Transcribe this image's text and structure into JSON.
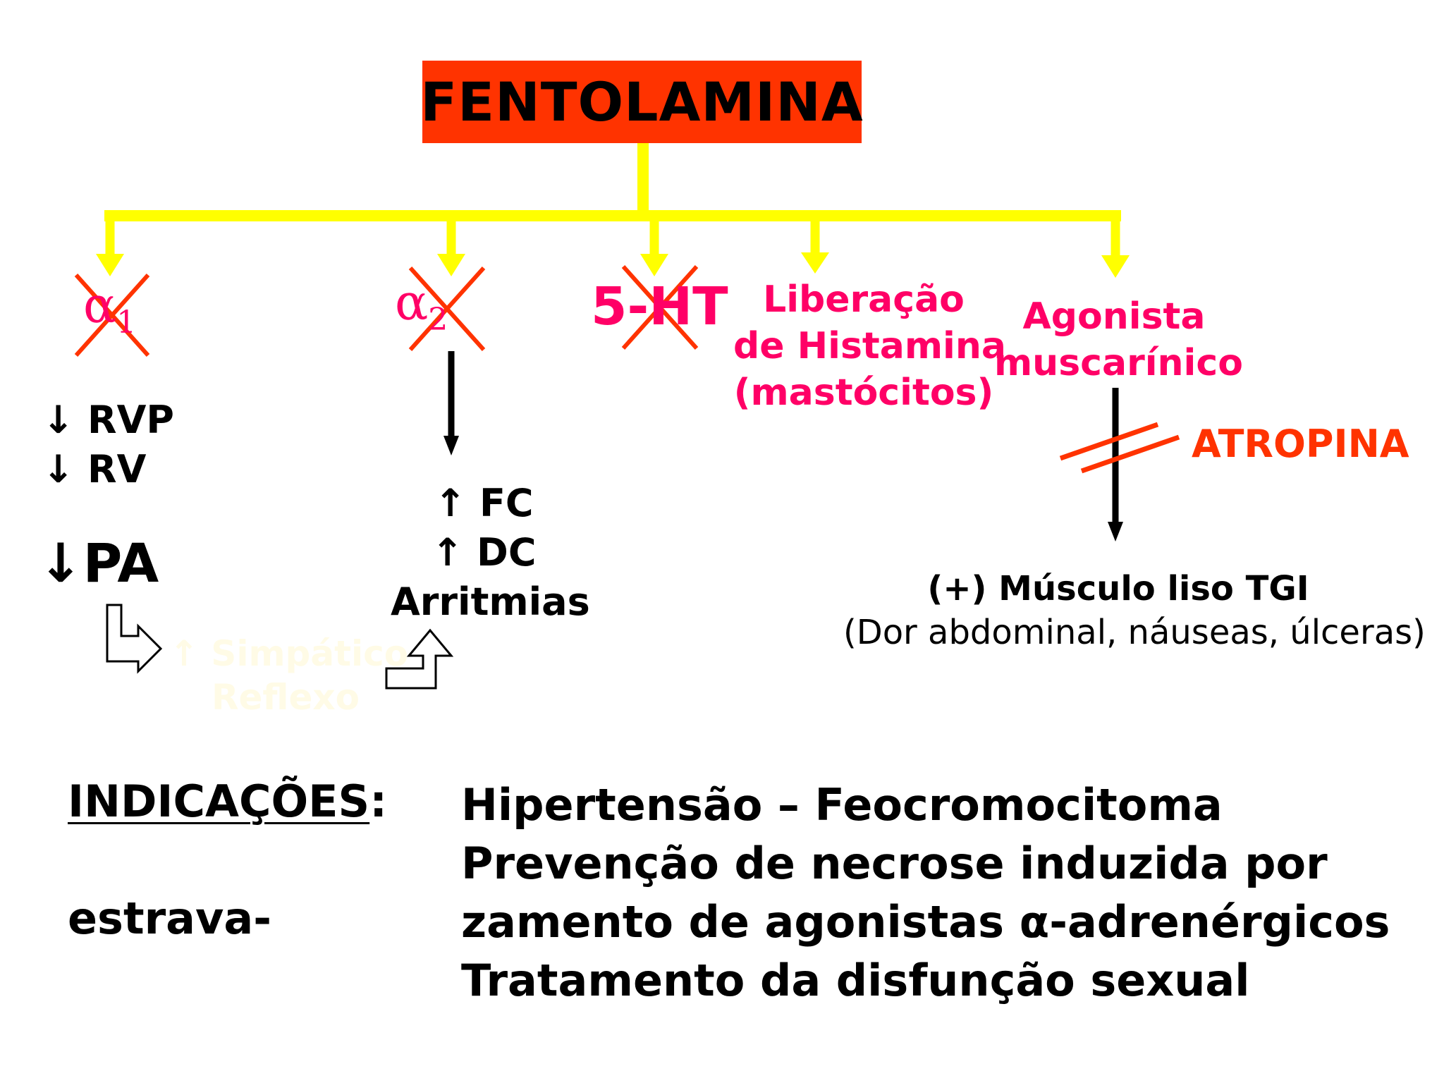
{
  "title": "FENTOLAMINA",
  "branches": {
    "alpha1": {
      "symbol": "α",
      "subscript": "1"
    },
    "alpha2": {
      "symbol": "α",
      "subscript": "2"
    },
    "ht5": {
      "label": "5-HT"
    },
    "histamine": {
      "line1": "Liberação",
      "line2": "de Histamina",
      "line3": "(mastócitos)"
    },
    "muscarinic": {
      "line1": "Agonista",
      "line2": "muscarínico"
    }
  },
  "effects": {
    "rvp": "↓ RVP",
    "rv": "↓ RV",
    "pa": "↓PA",
    "fc": "↑ FC",
    "dc": "↑ DC",
    "arritmias": "Arritmias",
    "reflex_line1": "↑ Simpático",
    "reflex_line2": "Reflexo",
    "atropina": "ATROPINA",
    "muscle_line1": "(+) Músculo liso TGI",
    "muscle_line2": "(Dor abdominal, náuseas, úlceras)"
  },
  "indications": {
    "heading": "INDICAÇÕES",
    "colon": ":",
    "side_word": "estrava-",
    "lines": [
      "Hipertensão – Feocromocitoma",
      "Prevenção de necrose induzida por",
      "zamento de agonistas α-adrenérgicos",
      "Tratamento da disfunção sexual"
    ]
  },
  "colors": {
    "title_bg": "#ff3300",
    "connector": "#ffff00",
    "label_pink": "#ff0066",
    "cross": "#ff3300",
    "atropina": "#ff3300",
    "arrow": "#000000"
  }
}
